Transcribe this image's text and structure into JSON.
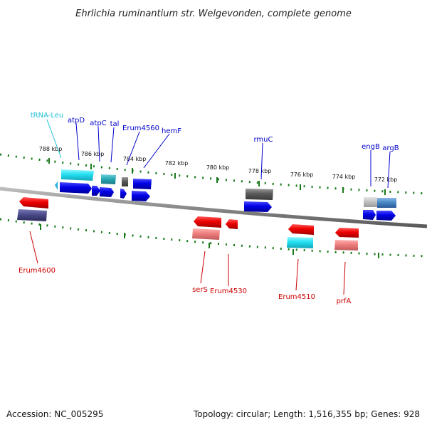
{
  "title": "Ehrlichia ruminantium str. Welgevonden, complete genome",
  "footer": {
    "accession": "Accession: NC_005295",
    "info": "Topology: circular; Length: 1,516,355 bp; Genes: 928"
  },
  "scale_labels": [
    "788 kbp",
    "786 kbp",
    "784 kbp",
    "782 kbp",
    "780 kbp",
    "778 kbp",
    "776 kbp",
    "774 kbp",
    "772 kbp"
  ],
  "colors": {
    "forward_label": "#0000cc",
    "reverse_label": "#cc0000",
    "trna_label": "#22c0d8",
    "backbone": "#808080",
    "tick": "#1a7a1a"
  },
  "gene_labels": {
    "forward": [
      "tRNA-Leu",
      "atpD",
      "atpC",
      "tal",
      "Erum4560",
      "hemF",
      "rmuC",
      "engB",
      "argB"
    ],
    "reverse": [
      "Erum4600",
      "serS",
      "Erum4530",
      "Erum4510",
      "prfA"
    ]
  }
}
